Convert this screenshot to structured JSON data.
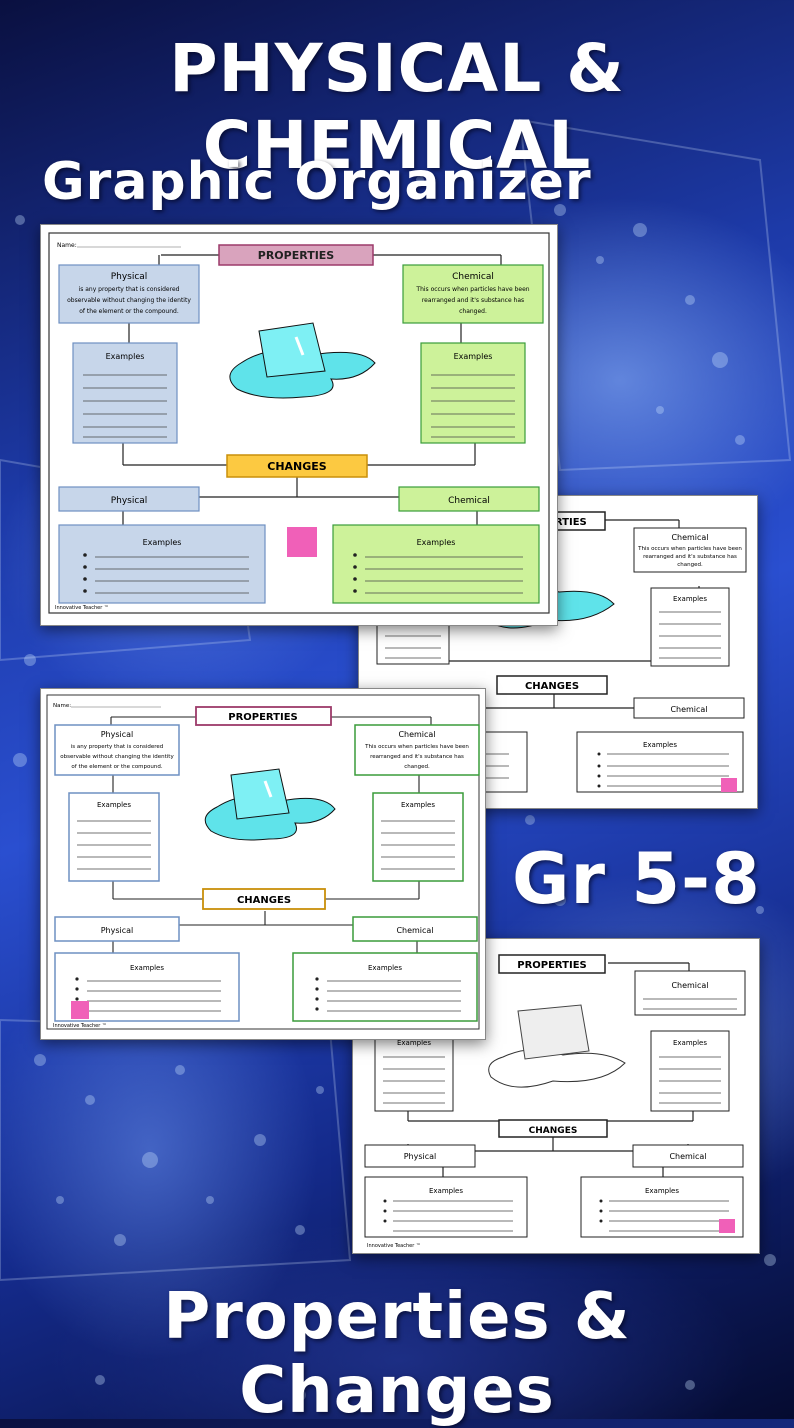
{
  "headline": {
    "title": "PHYSICAL & CHEMICAL",
    "subtitle": "Graphic Organizer",
    "grade": "Gr 5-8",
    "bottom": "Properties & Changes"
  },
  "worksheet": {
    "name_label": "Name:",
    "properties_label": "PROPERTIES",
    "changes_label": "CHANGES",
    "physical_label": "Physical",
    "chemical_label": "Chemical",
    "examples_label": "Examples",
    "physical_def_1": "is any property that is considered",
    "physical_def_2": "observable without changing the identity",
    "physical_def_3": "of the element or the compound.",
    "chemical_def_1": "This occurs when particles have been",
    "chemical_def_2": "rearranged and it's substance has",
    "chemical_def_3": "changed.",
    "footer": "Innovative Teacher ™"
  },
  "colors": {
    "properties_fill": "#d9a3bd",
    "properties_stroke": "#9c3a6a",
    "changes_fill": "#fcc941",
    "changes_stroke": "#c98f0a",
    "physical_fill": "#c7d6ea",
    "physical_stroke": "#6e90c2",
    "chemical_fill": "#cdf29a",
    "chemical_stroke": "#3a9c3a",
    "ice": "#5fe3ea",
    "logo": "#f060b8"
  }
}
